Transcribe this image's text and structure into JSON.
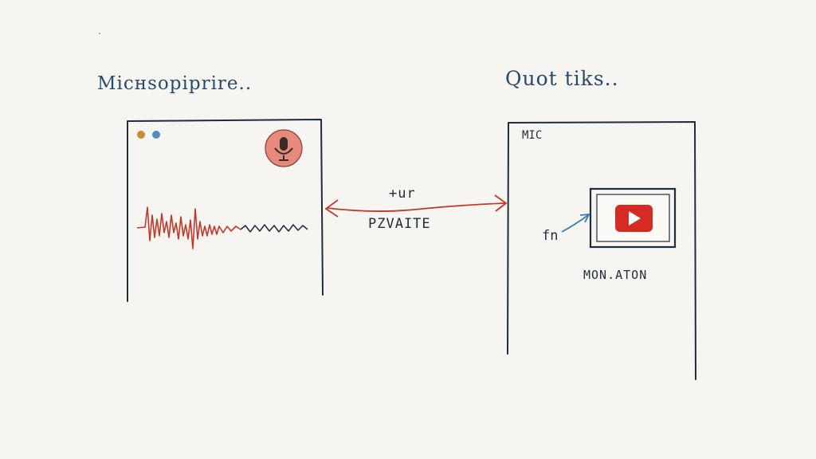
{
  "left_panel": {
    "title": "Micнsopiprire..",
    "mic_icon": "microphone-icon",
    "dot_colors": [
      "#c98a3a",
      "#4f8fc0"
    ],
    "mic_button_color": "#e58a7c"
  },
  "right_panel": {
    "title": "Quot tiks..",
    "mic_label": "MIC",
    "fn_label": "fn",
    "monitor_label": "MON.ATON",
    "video_icon": "play-button-icon",
    "play_color": "#d62b24"
  },
  "connector": {
    "top_label": "+ur",
    "bottom_label": "PZVAITE",
    "arrow_color": "#c0392b"
  },
  "colors": {
    "ink": "#1f2c3c",
    "waveform": "#c0392b",
    "accent_blue": "#3d7ab5",
    "paper": "#f6f5f1"
  }
}
